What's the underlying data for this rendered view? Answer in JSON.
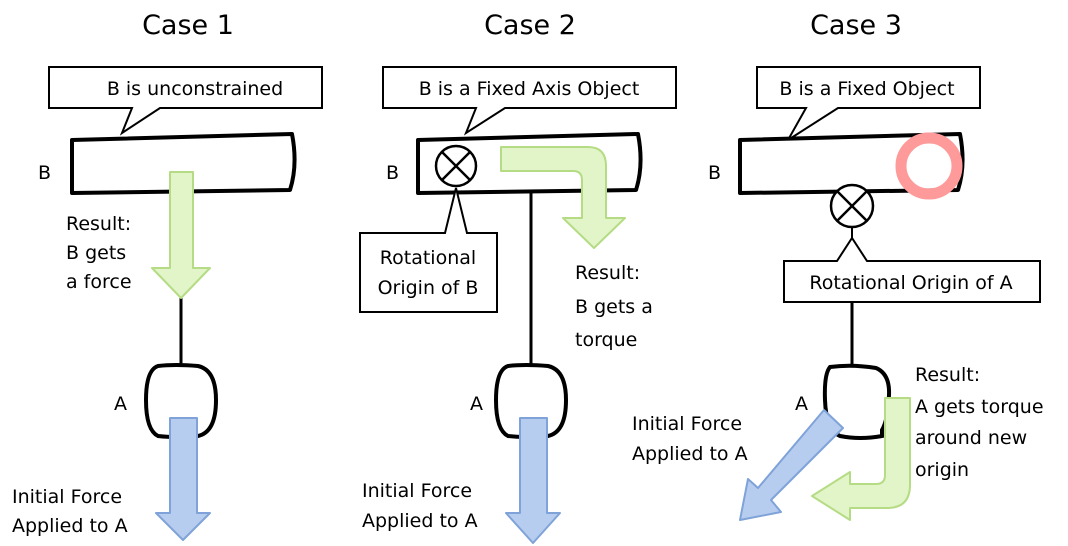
{
  "colors": {
    "force_arrow": "#b7cdef",
    "result_arrow": "#e2f5c8",
    "fixed_marker": "#ff9a9a"
  },
  "case1": {
    "title": "Case 1",
    "callout": "B is unconstrained",
    "beam_label": "B",
    "body_label": "A",
    "result": [
      "Result:",
      "B gets",
      "a force"
    ],
    "initial_force": [
      "Initial Force",
      "Applied to A"
    ]
  },
  "case2": {
    "title": "Case 2",
    "callout": "B is a Fixed Axis Object",
    "beam_label": "B",
    "body_label": "A",
    "origin_box": [
      "Rotational",
      "Origin of B"
    ],
    "result": [
      "Result:",
      "B gets a",
      "torque"
    ],
    "initial_force": [
      "Initial Force",
      "Applied to A"
    ]
  },
  "case3": {
    "title": "Case 3",
    "callout": "B is a Fixed Object",
    "beam_label": "B",
    "body_label": "A",
    "origin_box": "Rotational Origin of A",
    "result": [
      "Result:",
      "A gets torque",
      "around new",
      "origin"
    ],
    "initial_force": [
      "Initial Force",
      "Applied to A"
    ]
  }
}
